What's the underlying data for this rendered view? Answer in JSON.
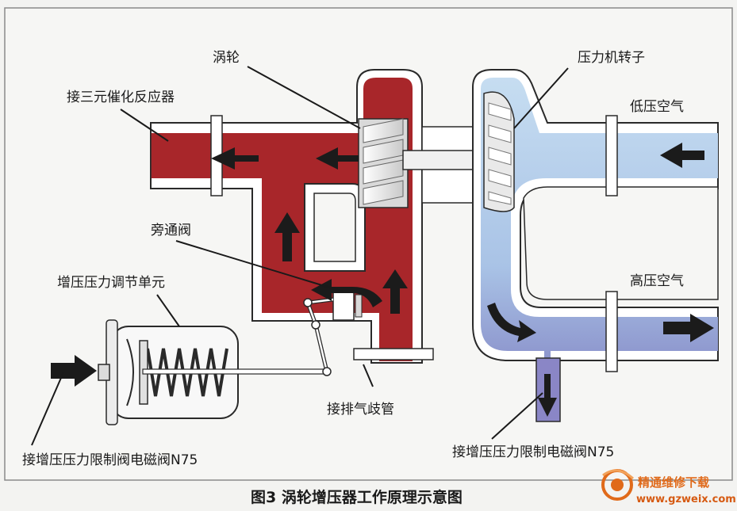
{
  "labels": {
    "turbine": "涡轮",
    "compressor_rotor": "压力机转子",
    "to_catalyst": "接三元催化反应器",
    "low_pressure_air": "低压空气",
    "bypass_valve": "旁通阀",
    "boost_unit": "增压压力调节单元",
    "high_pressure_air": "高压空气",
    "to_exhaust_manifold": "接排气歧管",
    "n75_left": "接增压压力限制阀电磁阀N75",
    "n75_right": "接增压压力限制电磁阀N75"
  },
  "caption": "图3 涡轮增压器工作原理示意图",
  "watermark": {
    "name": "精通维修下载",
    "url": "www.gzweix.com"
  },
  "colors": {
    "exhaust": "#a8262a",
    "exhaust_dark": "#7d1418",
    "intake_light": "#bcd6ee",
    "intake_dark": "#7d7dbf",
    "housing": "#ffffff",
    "outline": "#2a2a2a",
    "watermark_orange": "#e06a1a"
  },
  "icons": [
    "arrow-left-icon",
    "arrow-right-icon",
    "arrow-up-icon",
    "arrow-down-icon",
    "watermark-logo-icon"
  ]
}
